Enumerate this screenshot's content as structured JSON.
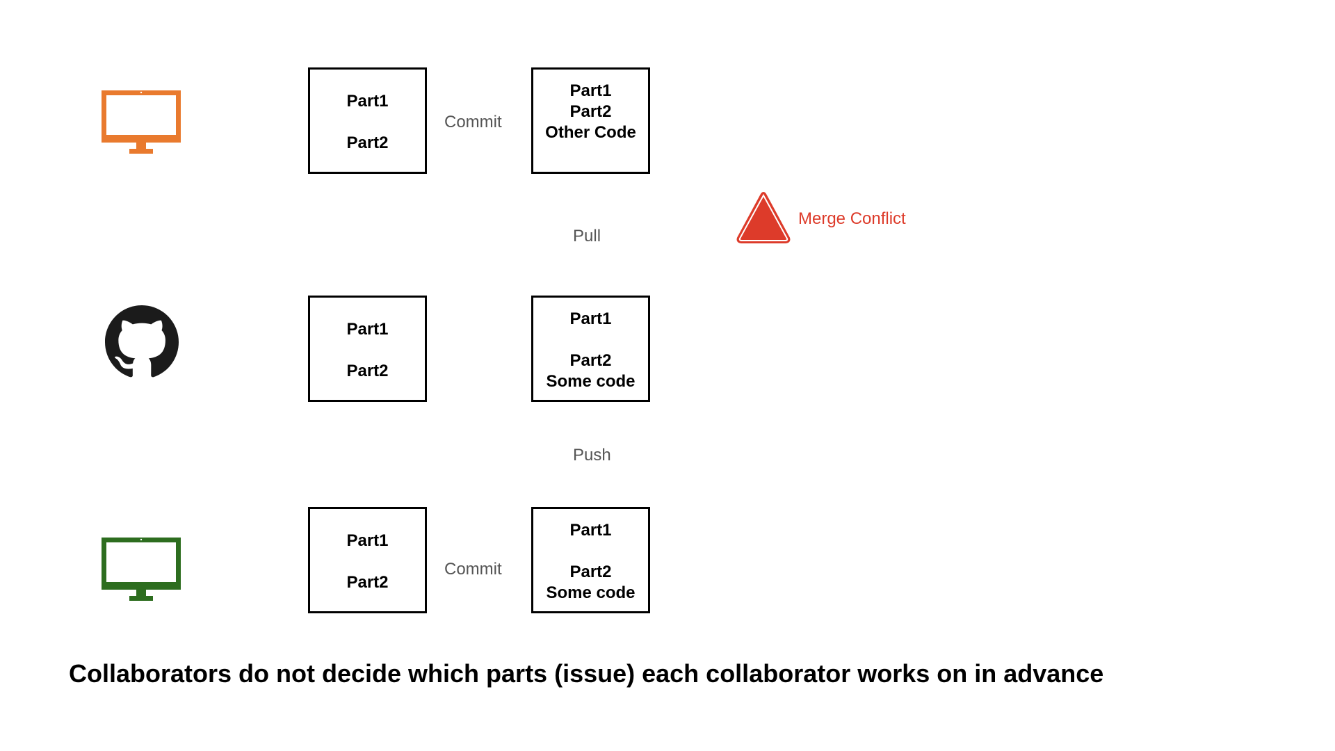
{
  "colors": {
    "collaborator_top": "#e97a2e",
    "collaborator_bottom": "#2d6d1f",
    "github": "#1b1b1b",
    "conflict": "#dd3b2a"
  },
  "icons": {
    "top_computer": "desktop-computer-icon",
    "github": "github-octocat-icon",
    "bottom_computer": "desktop-computer-icon",
    "warning": "warning-triangle-icon"
  },
  "rows": {
    "top": {
      "left_box": [
        "Part1",
        "Part2"
      ],
      "right_box": [
        "Part1",
        "Part2",
        "Other Code"
      ],
      "arrow_label": "Commit"
    },
    "middle": {
      "left_box": [
        "Part1",
        "Part2"
      ],
      "right_box": [
        "Part1",
        "Part2",
        "Some code"
      ]
    },
    "bottom": {
      "left_box": [
        "Part1",
        "Part2"
      ],
      "right_box": [
        "Part1",
        "Part2",
        "Some code"
      ],
      "arrow_label": "Commit"
    }
  },
  "labels": {
    "pull": "Pull",
    "push": "Push",
    "merge_conflict": "Merge Conflict"
  },
  "caption": "Collaborators do not decide which parts (issue) each collaborator works on in advance"
}
